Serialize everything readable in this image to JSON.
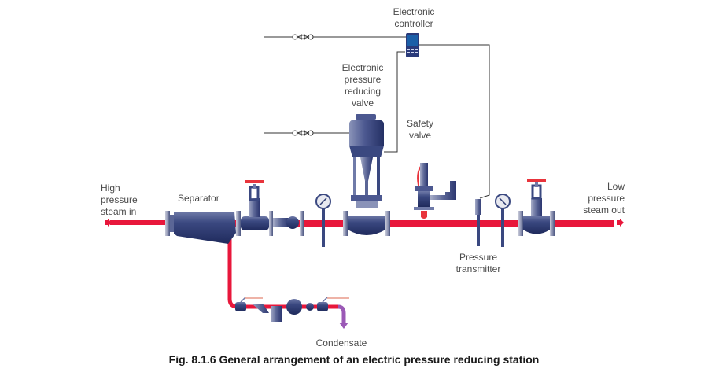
{
  "diagram": {
    "labels": {
      "steam_in": "High\npressure\nsteam in",
      "separator": "Separator",
      "controller": "Electronic\ncontroller",
      "prv": "Electronic\npressure\nreducing\nvalve",
      "safety_valve": "Safety\nvalve",
      "pressure_transmitter": "Pressure\ntransmitter",
      "steam_out": "Low\npressure\nsteam out",
      "condensate": "Condensate"
    },
    "caption": "Fig. 8.1.6 General arrangement of an electric pressure reducing station",
    "colors": {
      "steam_pipe": "#e8173b",
      "condensate_pipe": "#9b59b6",
      "equipment_dark": "#2f3d73",
      "equipment_light": "#8a93b8",
      "handwheel": "#e8343c",
      "signal_line": "#333333"
    }
  }
}
